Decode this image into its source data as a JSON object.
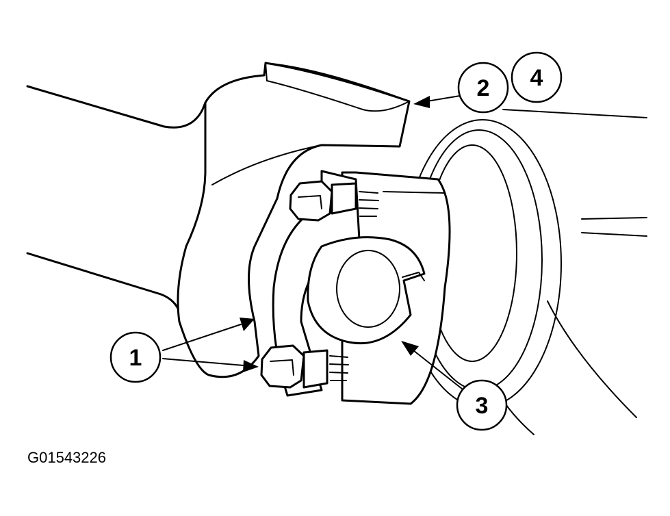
{
  "figure": {
    "id_label": "G01543226"
  },
  "callouts": [
    {
      "number": "1"
    },
    {
      "number": "2"
    },
    {
      "number": "3"
    },
    {
      "number": "4"
    }
  ]
}
